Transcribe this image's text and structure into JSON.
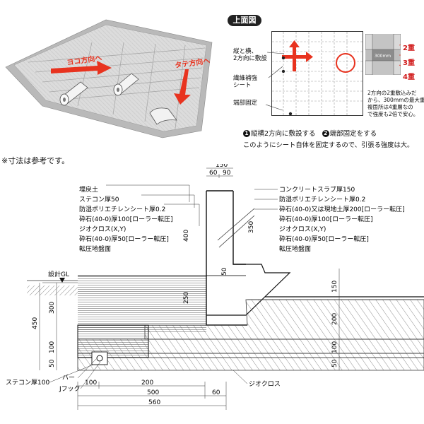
{
  "illustration": {
    "arrow_horizontal": "ヨコ方向へ",
    "arrow_vertical": "タテ方向へ"
  },
  "plan": {
    "title": "上面図",
    "label_lay": "縦と横、\n2方向に敷設",
    "label_sheet": "繊維補強\nシート",
    "label_edge": "端部固定",
    "inner_dim": "300mm",
    "layers": [
      "2重",
      "3重",
      "4重"
    ],
    "note": "2方向の2重敷込みだ\nから、300mmの最大重\n複箇所は4重層なの\nで強度も2倍で安心。",
    "caption_1_num": "1",
    "caption_1_text": "縦横2方向に敷設する",
    "caption_2_num": "2",
    "caption_2_text": "端部固定をする",
    "caption_line2": "このようにシート自体を固定するので、引張る強度は大。",
    "accent_color": "#e8331f"
  },
  "note": "※寸法は参考です。",
  "section": {
    "left_labels": [
      "埋戻土",
      "ステコン厚50",
      "防湿ポリエチレンシート厚0.2",
      "砕石(40-0)厚100[ローラー転圧]",
      "ジオクロス(X,Y)",
      "砕石(40-0)厚50[ローラー転圧]",
      "転圧地盤面"
    ],
    "right_labels": [
      "コンクリートスラブ厚150",
      "防湿ポリエチレンシート厚0.2",
      "砕石(40-0)又は現地土厚200[ローラー転圧]",
      "砕石(40-0)厚100[ローラー転圧]",
      "ジオクロス(X,Y)",
      "砕石(40-0)厚50[ローラー転圧]",
      "転圧地盤面"
    ],
    "gl_label": "設計GL",
    "stecon_label": "ステコン厚100",
    "bar_label": "バー",
    "jhook_label": "Jフック",
    "geocloth_label": "ジオクロス",
    "dims_top": [
      "150",
      "60",
      "90"
    ],
    "dims_wall": [
      "400",
      "350",
      "250",
      "50"
    ],
    "dims_left": [
      "300",
      "450",
      "100",
      "50"
    ],
    "dims_right": [
      "150",
      "200",
      "100",
      "50"
    ],
    "dims_bottom_row1": [
      "100",
      "200"
    ],
    "dims_bottom_row2": [
      "500",
      "60"
    ],
    "dims_bottom_row3": [
      "560"
    ]
  }
}
